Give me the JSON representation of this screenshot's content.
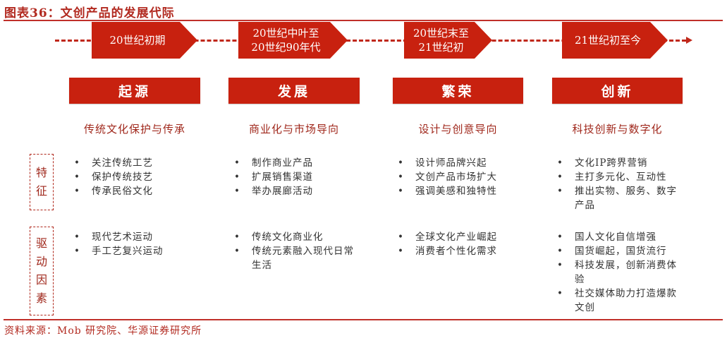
{
  "title": "图表36：文创产品的发展代际",
  "timeline": {
    "eras": [
      {
        "lines": [
          "20世纪初期"
        ]
      },
      {
        "lines": [
          "20世纪中叶至",
          "20世纪90年代"
        ]
      },
      {
        "lines": [
          "20世纪末至",
          "21世纪初"
        ]
      },
      {
        "lines": [
          "21世纪初至今"
        ]
      }
    ]
  },
  "stages": [
    {
      "name": "起源",
      "subtitle": "传统文化保护与传承"
    },
    {
      "name": "发展",
      "subtitle": "商业化与市场导向"
    },
    {
      "name": "繁荣",
      "subtitle": "设计与创意导向"
    },
    {
      "name": "创新",
      "subtitle": "科技创新与数字化"
    }
  ],
  "row_labels": {
    "features": [
      "特",
      "征"
    ],
    "drivers": [
      "驱",
      "动",
      "因",
      "素"
    ]
  },
  "features": [
    [
      "关注传统工艺",
      "保护传统技艺",
      "传承民俗文化"
    ],
    [
      "制作商业产品",
      "扩展销售渠道",
      "举办展廊活动"
    ],
    [
      "设计师品牌兴起",
      "文创产品市场扩大",
      "强调美感和独特性"
    ],
    [
      "文化IP跨界营销",
      "主打多元化、互动性",
      "推出实物、服务、数字产品"
    ]
  ],
  "drivers": [
    [
      "现代艺术运动",
      "手工艺复兴运动"
    ],
    [
      "传统文化商业化",
      "传统元素融入现代日常生活"
    ],
    [
      "全球文化产业崛起",
      "消费者个性化需求"
    ],
    [
      "国人文化自信增强",
      "国货崛起，国货流行",
      "科技发展，创新消费体验",
      "社交媒体助力打造爆款文创"
    ]
  ],
  "source": "资料来源：Mob 研究院、华源证券研究所",
  "colors": {
    "accent": "#c8210f",
    "text_red": "#a0281c",
    "body_text": "#333333"
  }
}
